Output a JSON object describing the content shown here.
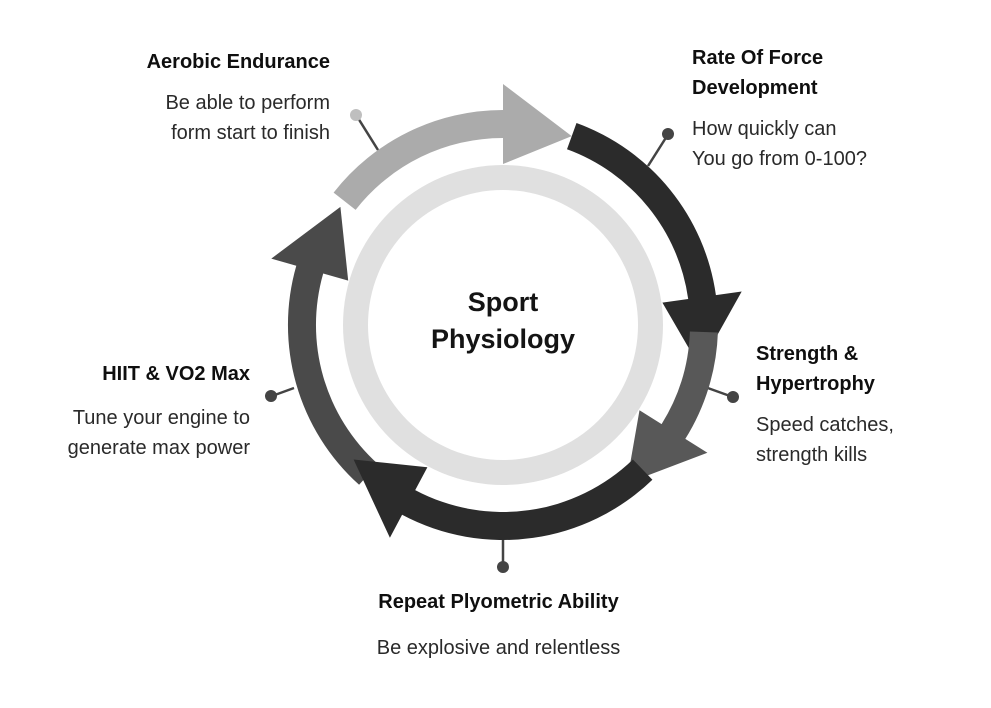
{
  "center": {
    "line1": "Sport",
    "line2": "Physiology"
  },
  "colors": {
    "ring_inner": "#e0e0e0",
    "segment_aerobic": "#ababab",
    "segment_rfd": "#2b2b2b",
    "segment_strength": "#585858",
    "segment_plyo": "#2b2b2b",
    "segment_hiit": "#4a4a4a",
    "connector": "#444444"
  },
  "stages": {
    "aerobic": {
      "title": "Aerobic Endurance",
      "desc_line1": "Be able to perform",
      "desc_line2": "form start to finish"
    },
    "rfd": {
      "title_line1": "Rate Of Force",
      "title_line2": "Development",
      "desc_line1": "How quickly can",
      "desc_line2": "You go from 0-100?"
    },
    "strength": {
      "title_line1": "Strength &",
      "title_line2": "Hypertrophy",
      "desc_line1": "Speed catches,",
      "desc_line2": "strength kills"
    },
    "plyo": {
      "title": "Repeat Plyometric Ability",
      "desc": "Be explosive and relentless"
    },
    "hiit": {
      "title": "HIIT & VO2 Max",
      "desc_line1": "Tune your engine to",
      "desc_line2": "generate max power"
    }
  }
}
